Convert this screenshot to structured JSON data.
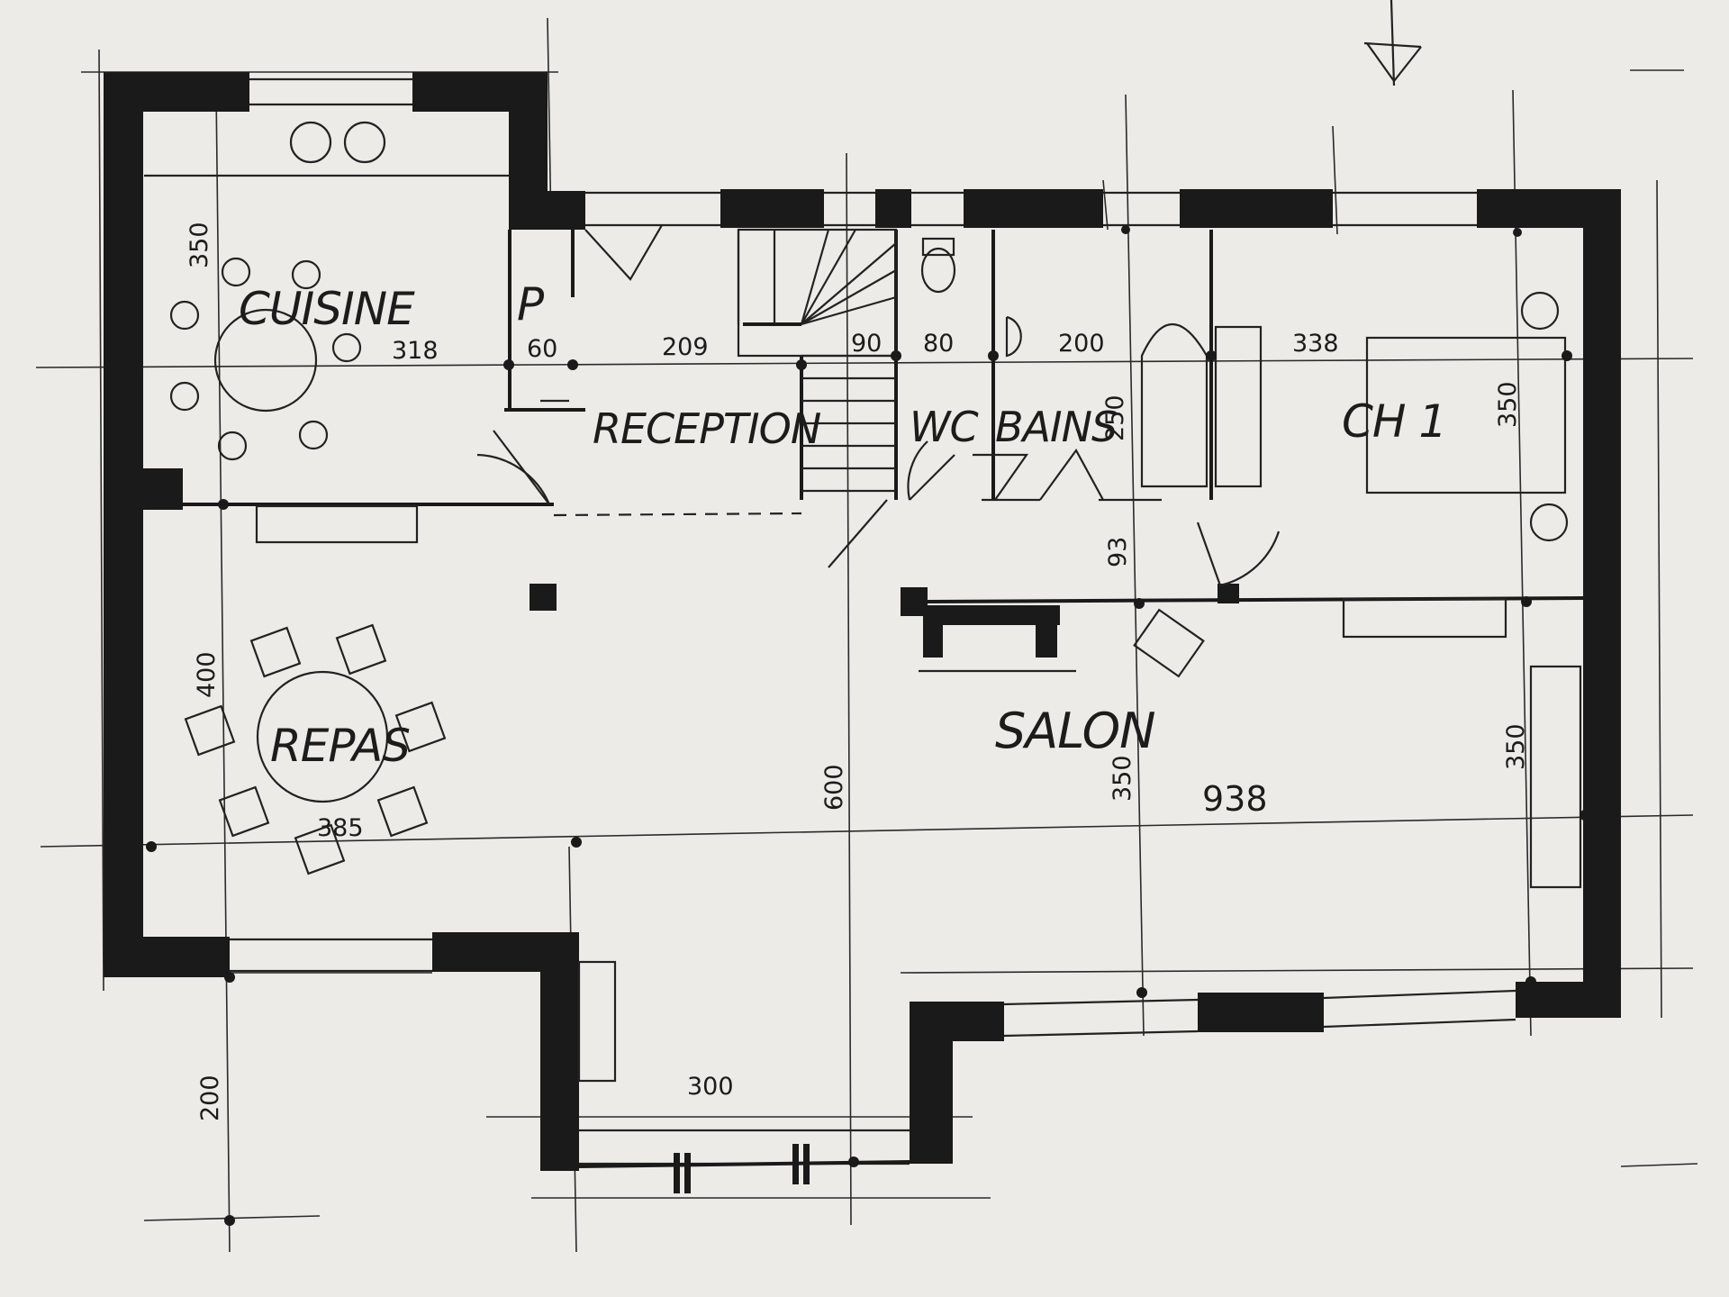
{
  "rooms": {
    "kitchen": "CUISINE",
    "pantry": "P",
    "reception": "RECEPTION",
    "wc": "WC",
    "bath": "BAINS",
    "bedroom": "CH 1",
    "dining": "REPAS",
    "living": "SALON"
  },
  "dimensions": {
    "kitchen_depth": "350",
    "kitchen_width": "318",
    "pantry_width": "60",
    "reception_width": "209",
    "stair_width": "90",
    "wc_width": "80",
    "bath_width": "200",
    "bath_depth": "250",
    "bedroom_width": "338",
    "bedroom_depth": "350",
    "hall_gap": "93",
    "dining_depth": "400",
    "dining_width": "385",
    "central_depth": "600",
    "salon_depth_left": "350",
    "salon_width": "938",
    "salon_depth_right": "350",
    "bay_depth": "200",
    "bay_width": "300"
  }
}
